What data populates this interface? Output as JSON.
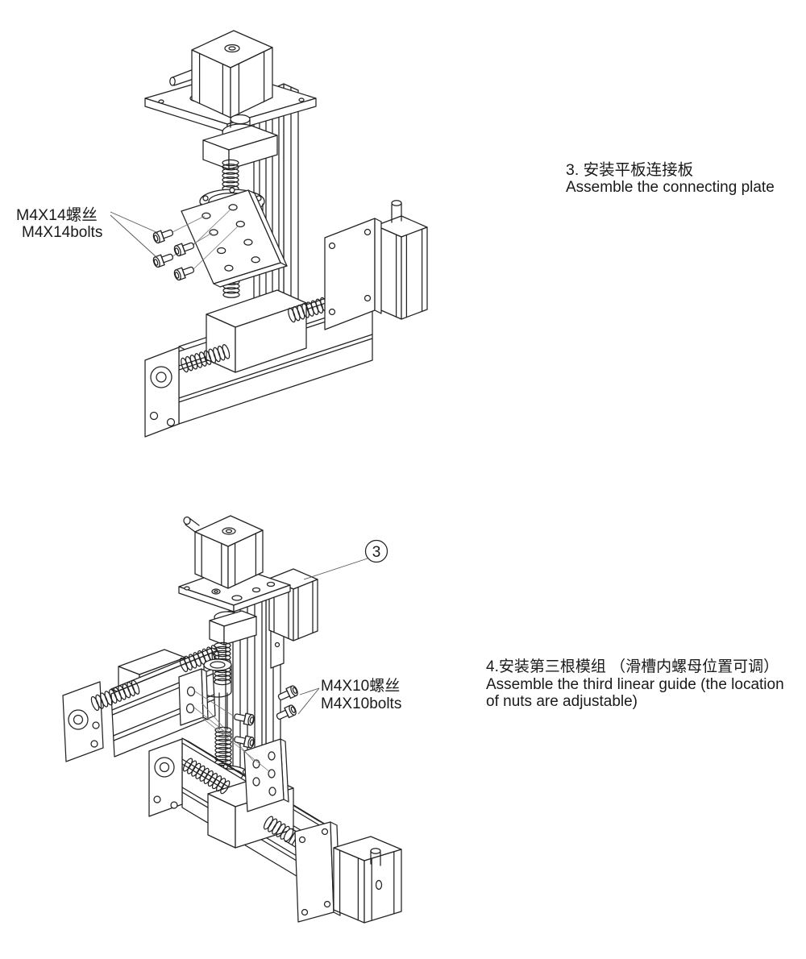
{
  "colors": {
    "line": "#222222",
    "leader": "#555555",
    "text": "#1a1a1a",
    "background": "#ffffff"
  },
  "figure_top": {
    "bolt_label": {
      "zh": "M4X14螺丝",
      "en": "M4X14bolts"
    },
    "instruction": {
      "zh": "3. 安装平板连接板",
      "en": "Assemble the connecting plate"
    }
  },
  "figure_bottom": {
    "callout": "3",
    "bolt_label": {
      "zh": "M4X10螺丝",
      "en": "M4X10bolts"
    },
    "instruction": {
      "zh": "4.安装第三根模组 （滑槽内螺母位置可调）",
      "en_line1": "Assemble the third linear guide (the location",
      "en_line2": "of nuts are adjustable)"
    }
  }
}
